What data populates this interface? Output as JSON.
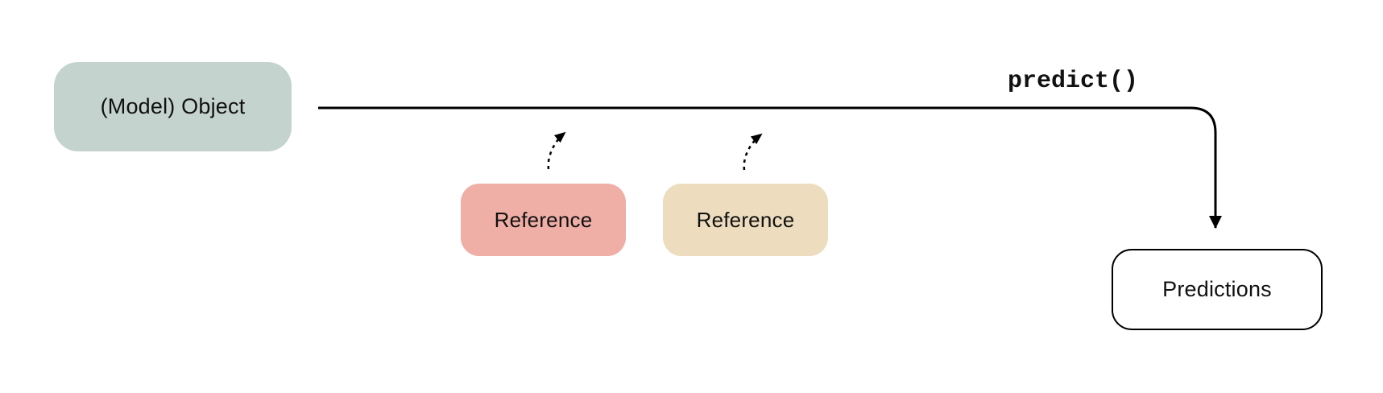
{
  "canvas": {
    "background": "#ffffff",
    "line_color": "#000000",
    "text_color": "#111111"
  },
  "nodes": {
    "model_object": {
      "label": "(Model) Object",
      "fill": "#c4d3ce"
    },
    "reference_1": {
      "label": "Reference",
      "fill": "#efaea6"
    },
    "reference_2": {
      "label": "Reference",
      "fill": "#edddbe"
    },
    "predictions": {
      "label": "Predictions",
      "fill": "#ffffff",
      "border": "#000000"
    }
  },
  "labels": {
    "predict": "predict()"
  },
  "connectors": {
    "predict_flow": {
      "style": "solid",
      "from": "model-object",
      "to": "predictions"
    },
    "reference_arrow_1": {
      "style": "dashed",
      "from": "reference-1",
      "to": "predict-flow-line"
    },
    "reference_arrow_2": {
      "style": "dashed",
      "from": "reference-2",
      "to": "predict-flow-line"
    }
  }
}
